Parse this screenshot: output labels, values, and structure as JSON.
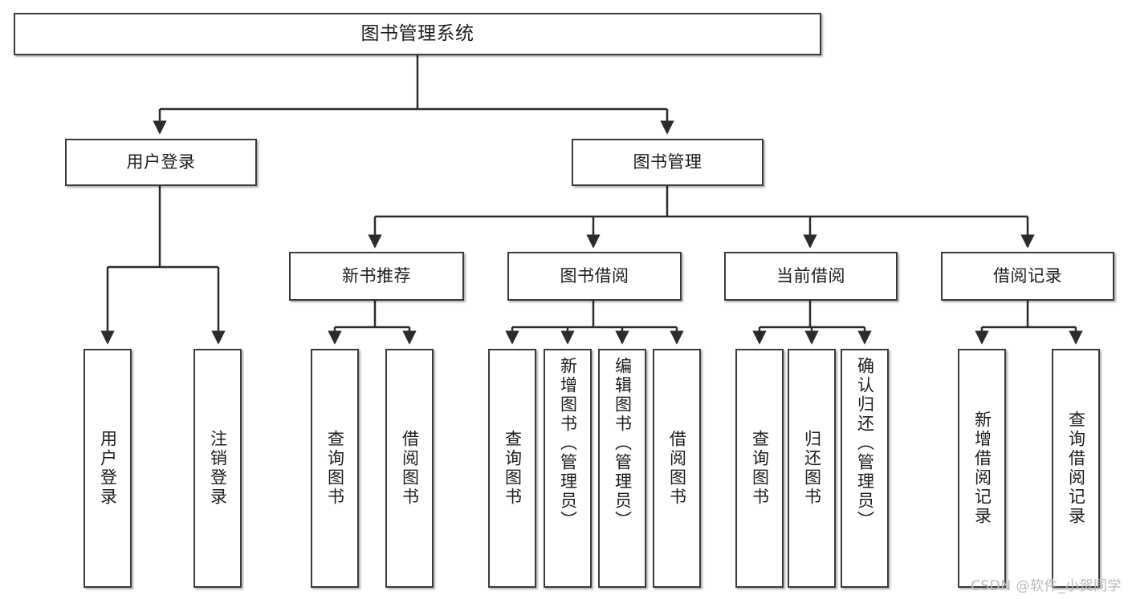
{
  "diagram": {
    "title": "图书管理系统",
    "type": "tree",
    "root": {
      "label": "图书管理系统"
    },
    "level2": [
      {
        "label": "用户登录"
      },
      {
        "label": "图书管理"
      }
    ],
    "level3": [
      {
        "label": "新书推荐"
      },
      {
        "label": "图书借阅"
      },
      {
        "label": "当前借阅"
      },
      {
        "label": "借阅记录"
      }
    ],
    "leaves": {
      "user_login": [
        {
          "label": "用户登录"
        },
        {
          "label": "注销登录"
        }
      ],
      "new_book_recommend": [
        {
          "label": "查询图书"
        },
        {
          "label": "借阅图书"
        }
      ],
      "book_borrow": [
        {
          "label": "查询图书"
        },
        {
          "label": "新增图书（管理员）"
        },
        {
          "label": "编辑图书（管理员）"
        },
        {
          "label": "借阅图书"
        }
      ],
      "current_borrow": [
        {
          "label": "查询图书"
        },
        {
          "label": "归还图书"
        },
        {
          "label": "确认归还（管理员）"
        }
      ],
      "borrow_record": [
        {
          "label": "新增借阅记录"
        },
        {
          "label": "查询借阅记录"
        }
      ]
    }
  },
  "watermark": {
    "text": "CSDN @软件_小贺同学"
  },
  "colors": {
    "border": "#3b3b3b",
    "background": "#ffffff",
    "text": "#1c1c1c",
    "watermark": "#b9b9b9"
  }
}
